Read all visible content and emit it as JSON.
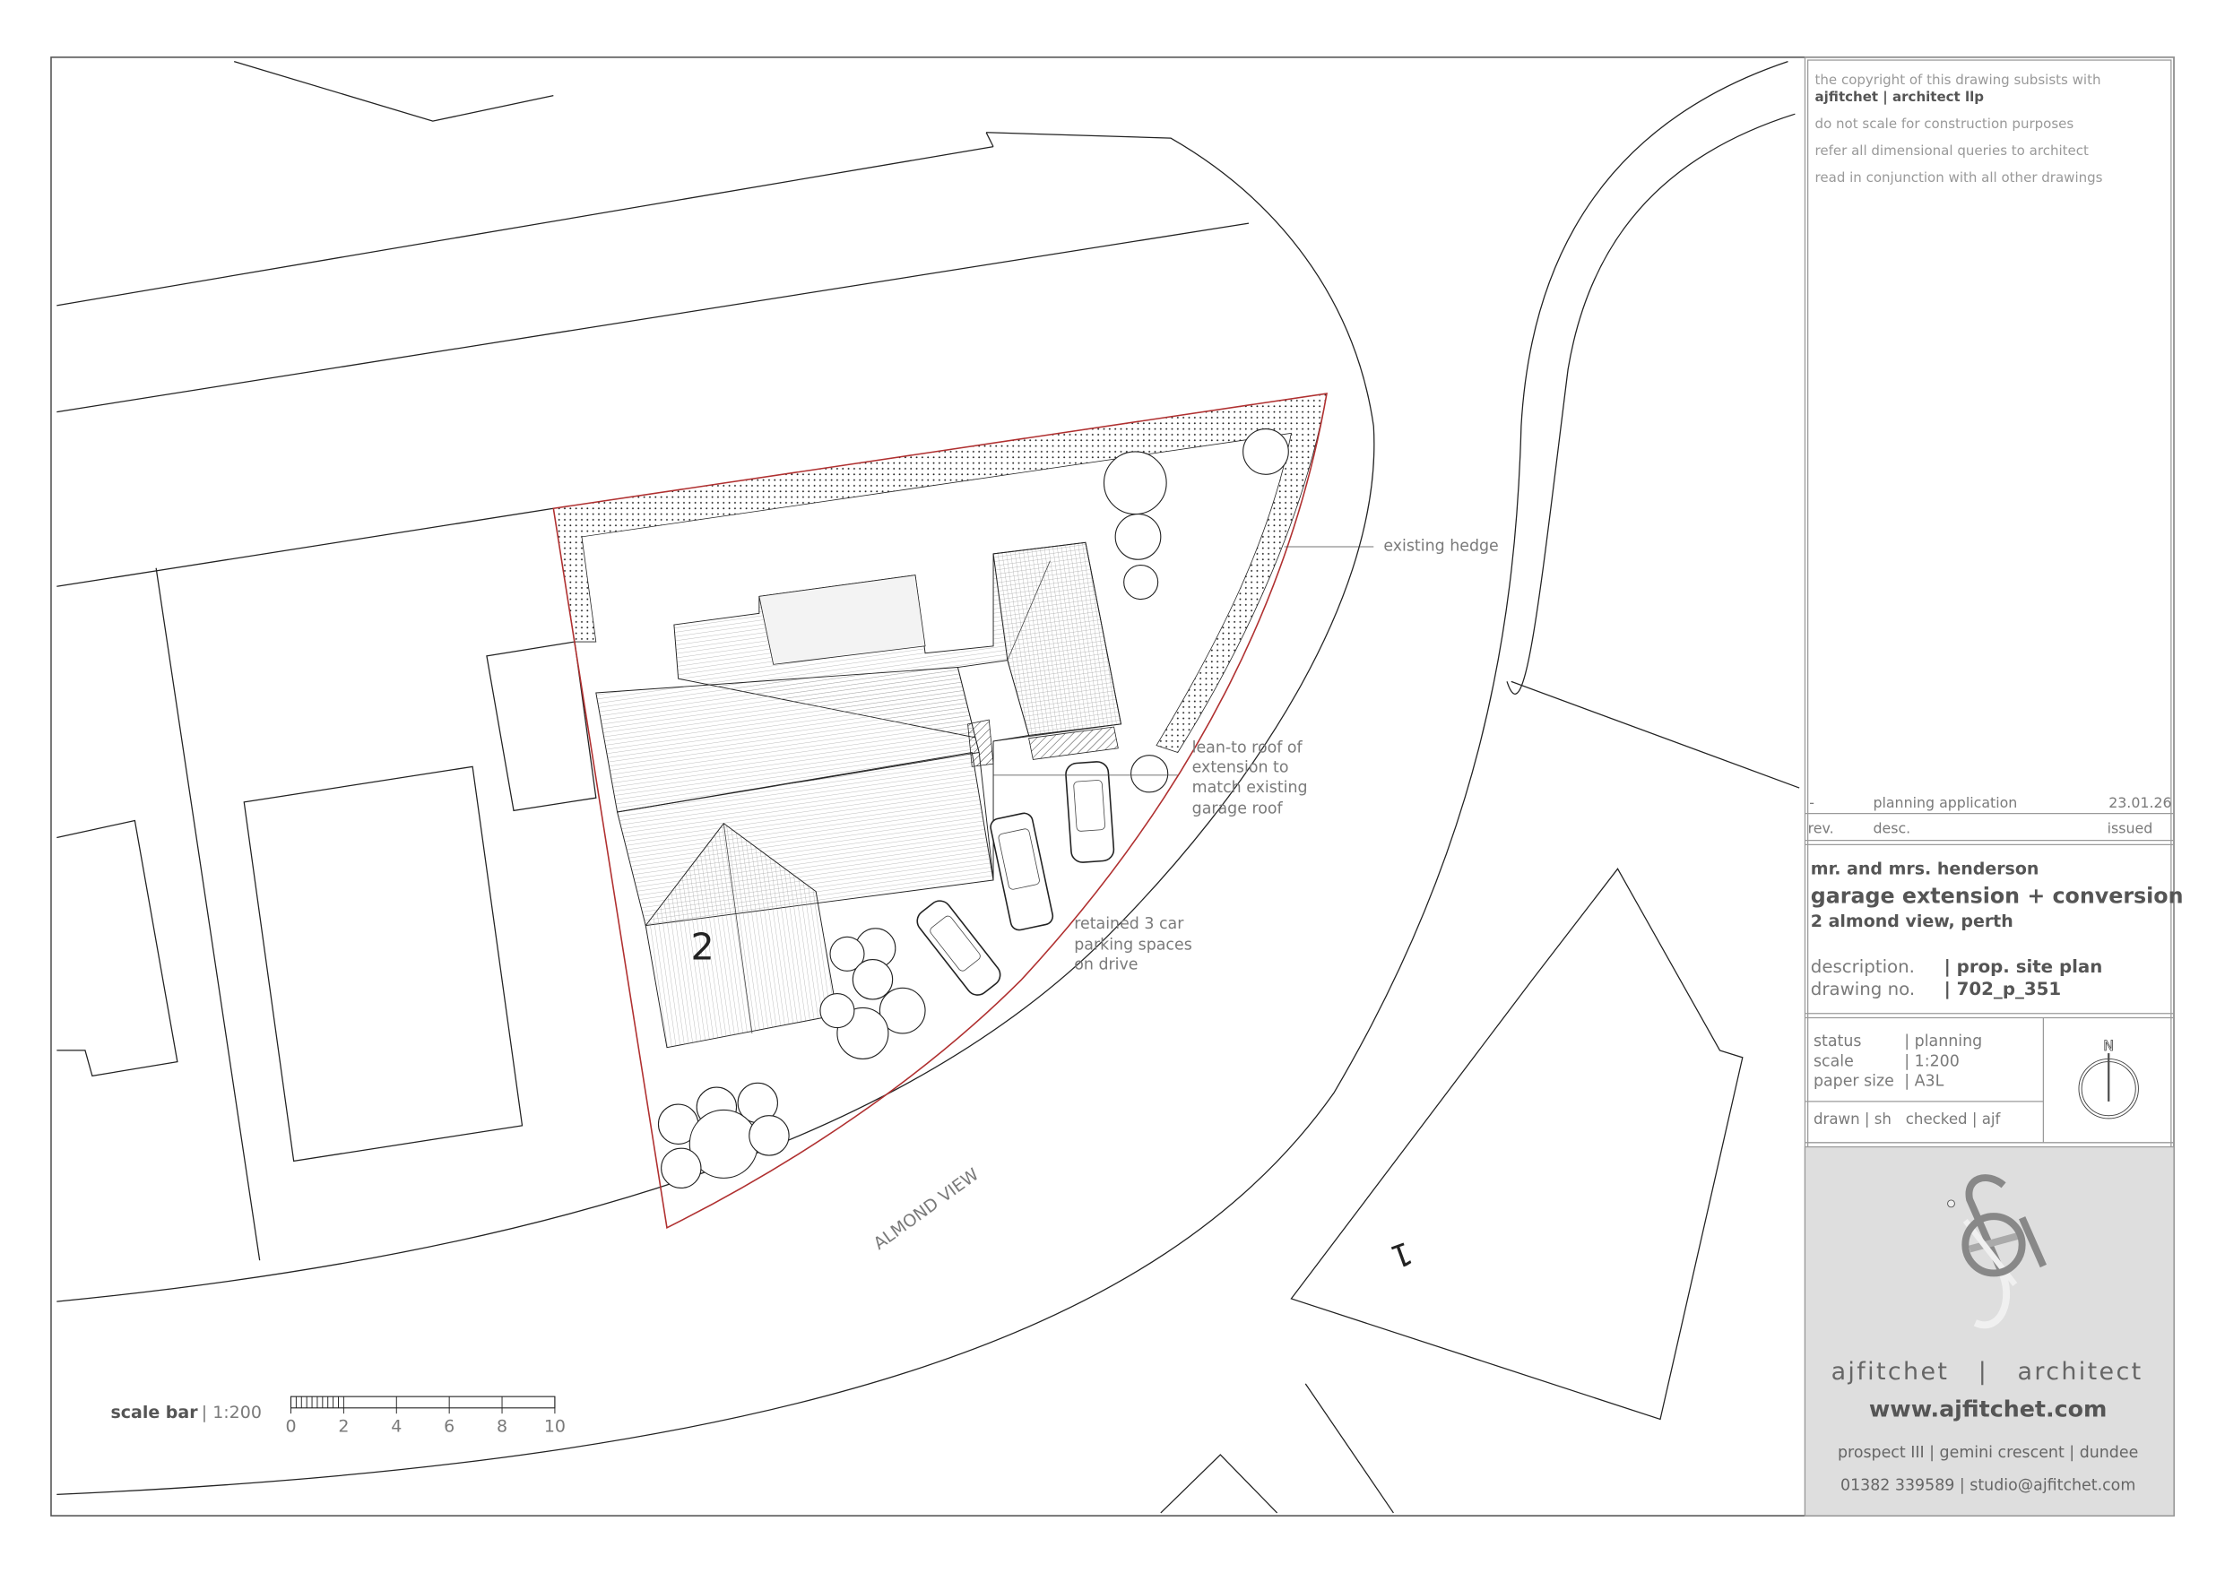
{
  "notes": {
    "copyright": "the copyright of this drawing subsists with",
    "firm": "ajfitchet | architect llp",
    "note1": "do not scale for construction purposes",
    "note2": "refer all dimensional queries to architect",
    "note3": "read in conjunction with all other drawings"
  },
  "revisions": {
    "rows": [
      {
        "rev": "-",
        "desc": "planning application",
        "issued": "23.01.26"
      }
    ],
    "headers": {
      "rev": "rev.",
      "desc": "desc.",
      "issued": "issued"
    }
  },
  "project": {
    "client": "mr. and mrs. henderson",
    "title": "garage extension + conversion",
    "address": "2 almond view, perth",
    "description_label": "description.",
    "description": "| prop. site plan",
    "drawing_no_label": "drawing no.",
    "drawing_no": "| 702_p_351"
  },
  "status": {
    "status_label": "status",
    "status": "| planning",
    "scale_label": "scale",
    "scale": "| 1:200",
    "paper_label": "paper size",
    "paper": "| A3L",
    "drawn": "drawn | sh   checked | ajf",
    "north": "N"
  },
  "practice": {
    "name_left": "ajfitchet",
    "sep": "|",
    "name_right": "architect",
    "web": "www.ajfitchet.com",
    "address": "prospect III | gemini crescent | dundee",
    "contact": "01382 339589 | studio@ajfitchet.com",
    "logo_letters": "ajf"
  },
  "drawing": {
    "plot_number": "2",
    "neighbour_number": "1",
    "street": "ALMOND VIEW",
    "label_hedge": "existing hedge",
    "label_roof": [
      "lean-to roof of",
      "extension to",
      "match existing",
      "garage roof"
    ],
    "label_parking": [
      "retained 3 car",
      "parking spaces",
      "on drive"
    ],
    "boundary_color": "#b03030"
  },
  "scale_bar": {
    "label": "scale bar",
    "ratio": "| 1:200",
    "ticks": [
      "0",
      "2",
      "4",
      "6",
      "8",
      "10"
    ]
  }
}
